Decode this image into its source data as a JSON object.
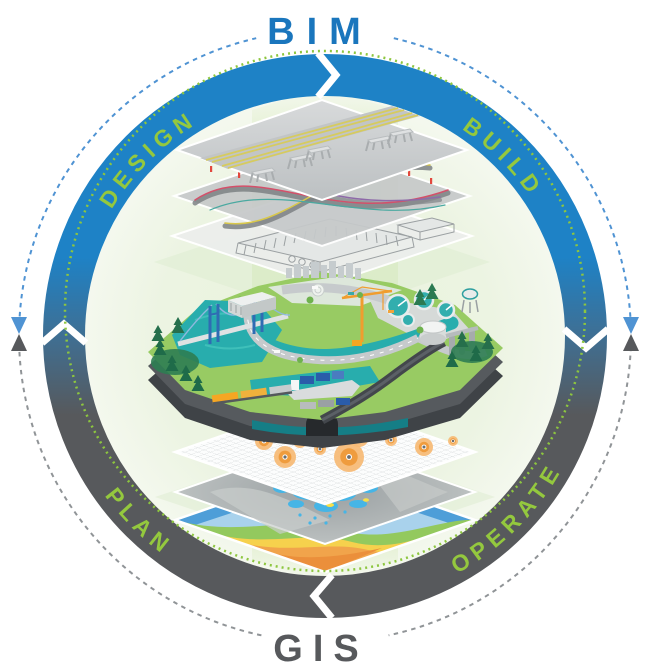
{
  "title": {
    "top": "BIM",
    "bottom": "GIS"
  },
  "ring": {
    "design_label": "DESIGN",
    "build_label": "BUILD",
    "plan_label": "PLAN",
    "operate_label": "OPERATE",
    "flow_direction": "clockwise"
  },
  "icons": {
    "flow_chevron_top": "chevron-right",
    "flow_chevron_right": "chevron-down",
    "flow_chevron_bottom": "chevron-left",
    "flow_chevron_left": "chevron-up",
    "integration_marker_left": "triangles-converging",
    "integration_marker_right": "triangles-converging"
  },
  "colors": {
    "bim_blue": "#1a76bd",
    "gis_gray": "#57595c",
    "ring_blue": "#1e82c6",
    "phase_green": "#94c83e",
    "dotted_green": "#8dc63f",
    "dashed_blue": "#4f93d3",
    "dashed_gray": "#909497",
    "interior_green": "#ecf4e2",
    "water_teal": "#28adad",
    "heat_orange": "#ef9c3e",
    "terrain_orange": "#f1a44b",
    "terrain_yellow": "#f6d14d",
    "terrain_green": "#93c95e",
    "terrain_blue": "#4e9ed8"
  }
}
